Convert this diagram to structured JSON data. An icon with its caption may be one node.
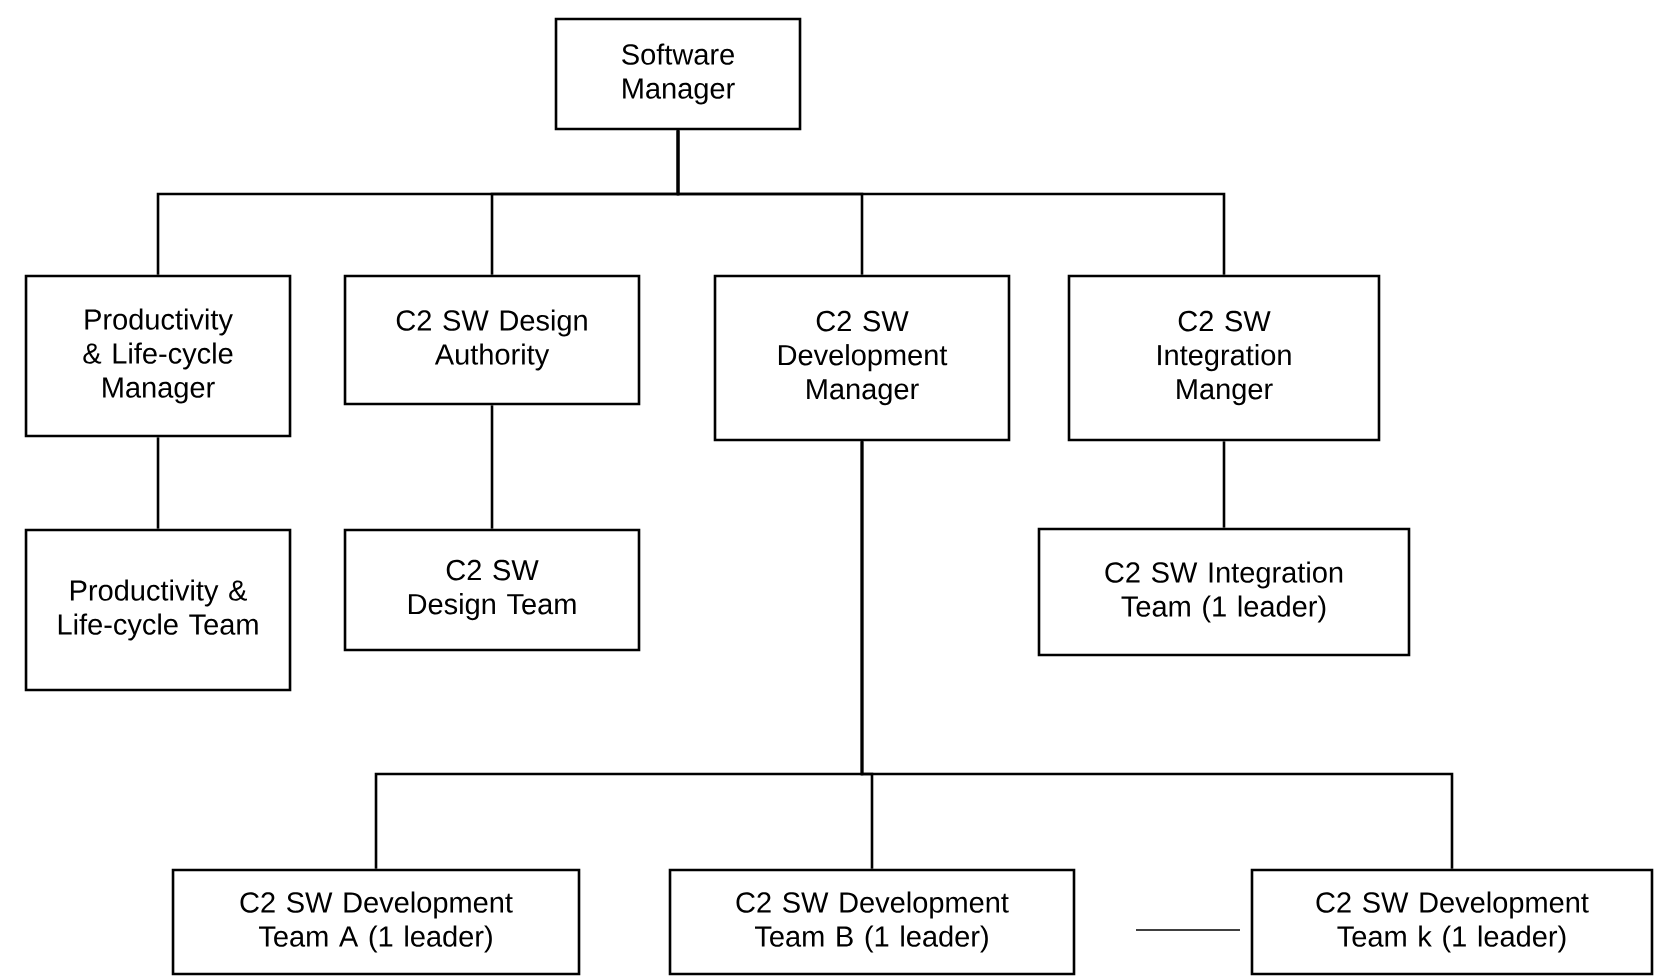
{
  "diagram": {
    "nodes": [
      {
        "text": [
          "Software Manager"
        ]
      },
      {
        "text": [
          "Productivity & Life-cycle Manager"
        ]
      },
      {
        "text": [
          "C2 SW Design Authority"
        ]
      },
      {
        "text": [
          "C2 SW Development Manager"
        ]
      },
      {
        "text": [
          "C2 SW Integration Manger"
        ]
      },
      {
        "text": [
          "Productivity & Life-cycle Team"
        ]
      },
      {
        "text": [
          "C2 SW Design Team"
        ]
      },
      {
        "text": [
          "C2 SW Integration Team (1 leader)"
        ]
      },
      {
        "text": [
          "C2 SW Development Team A (1 leader)"
        ]
      },
      {
        "text": [
          "C2 SW Development Team B (1 leader)"
        ]
      },
      {
        "text": [
          "C2 SW Development Team k (1 leader)"
        ]
      }
    ],
    "edges": [
      {
        "from": 0,
        "to": 1,
        "arrow": "none"
      },
      {
        "from": 0,
        "to": 2,
        "arrow": "none"
      },
      {
        "from": 0,
        "to": 3,
        "arrow": "none"
      },
      {
        "from": 0,
        "to": 4,
        "arrow": "none"
      },
      {
        "from": 1,
        "to": 5,
        "arrow": "none"
      },
      {
        "from": 2,
        "to": 6,
        "arrow": "none"
      },
      {
        "from": 4,
        "to": 7,
        "arrow": "none"
      },
      {
        "from": 3,
        "to": 8,
        "arrow": "none"
      },
      {
        "from": 3,
        "to": 9,
        "arrow": "none"
      },
      {
        "from": 3,
        "to": 10,
        "arrow": "none"
      }
    ]
  }
}
